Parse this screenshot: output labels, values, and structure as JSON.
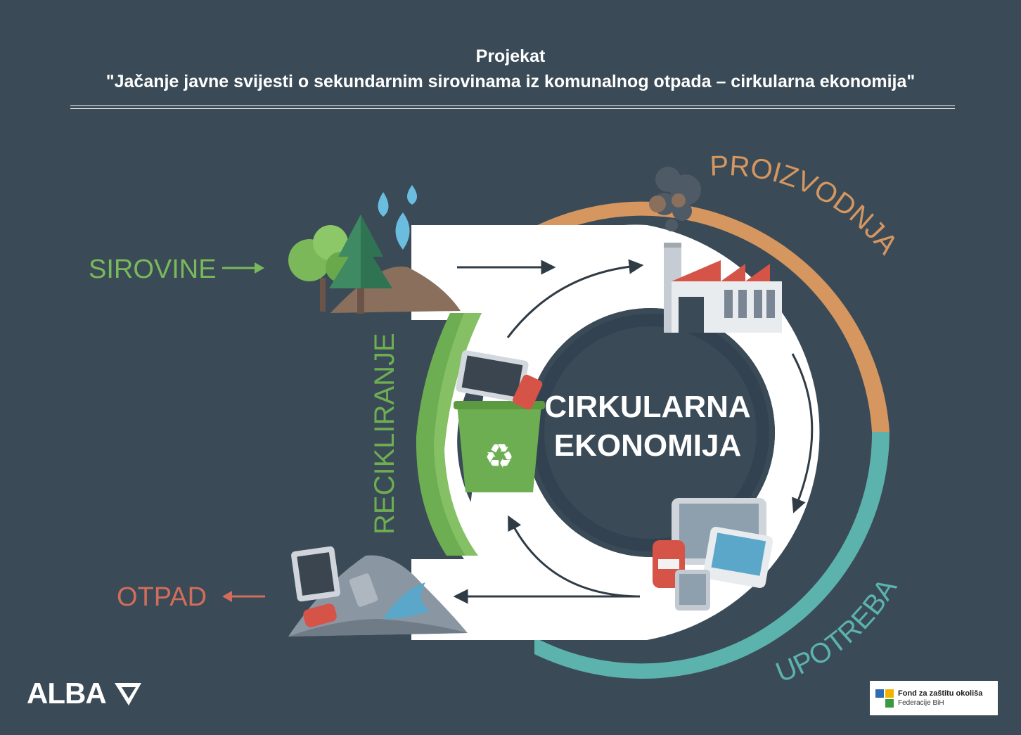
{
  "header": {
    "title": "Projekat",
    "subtitle": "\"Jačanje javne svijesti o sekundarnim sirovinama iz komunalnog otpada – cirkularna ekonomija\""
  },
  "diagram": {
    "center_line1": "CIRKULARNA",
    "center_line2": "EKONOMIJA",
    "labels": {
      "sirovine": "SIROVINE",
      "otpad": "OTPAD",
      "proizvodnja": "PROIZVODNJA",
      "upotreba": "UPOTREBA",
      "recikliranje": "RECIKLIRANJE"
    },
    "colors": {
      "background": "#3a4a56",
      "orange": "#d59660",
      "teal": "#5cb2ad",
      "green": "#6eae52",
      "green_light": "#86c065",
      "otpad_red": "#d26d5c",
      "sirovine_green": "#79b95c"
    },
    "icons": [
      "trees-icon",
      "water-drops-icon",
      "factory-icon",
      "smoke-icon",
      "devices-icon",
      "recycle-bin-icon",
      "waste-pile-icon"
    ]
  },
  "footer": {
    "logo_text": "ALBA",
    "fund_line1": "Fond za zaštitu okoliša",
    "fund_line2": "Federacije BiH"
  }
}
